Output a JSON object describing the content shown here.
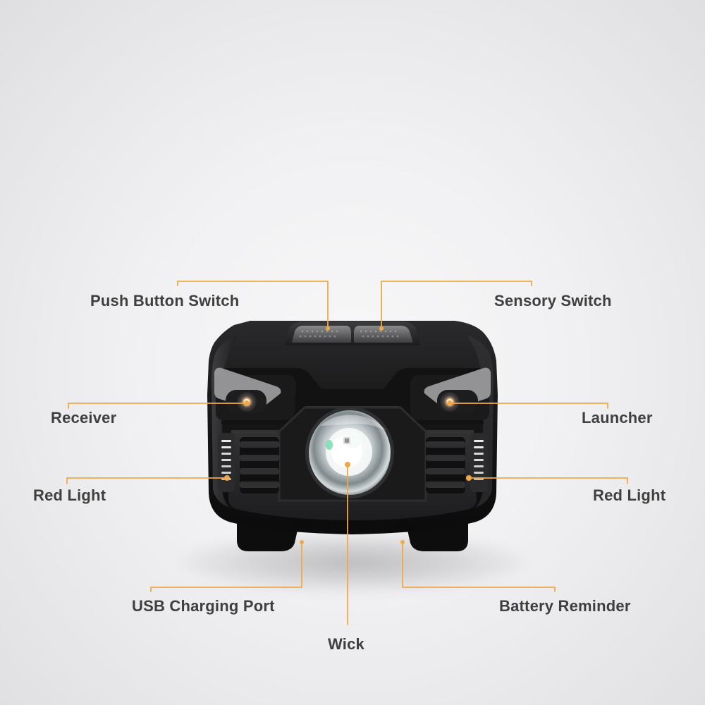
{
  "labels": {
    "push_button_switch": "Push Button Switch",
    "sensory_switch": "Sensory Switch",
    "receiver": "Receiver",
    "launcher": "Launcher",
    "red_light_left": "Red Light",
    "red_light_right": "Red Light",
    "usb_charging_port": "USB Charging Port",
    "battery_reminder": "Battery Reminder",
    "wick": "Wick"
  },
  "colors": {
    "callout_line": "#f0a94a",
    "body_dark": "#1b1b1c",
    "text": "#3f3f3f"
  }
}
